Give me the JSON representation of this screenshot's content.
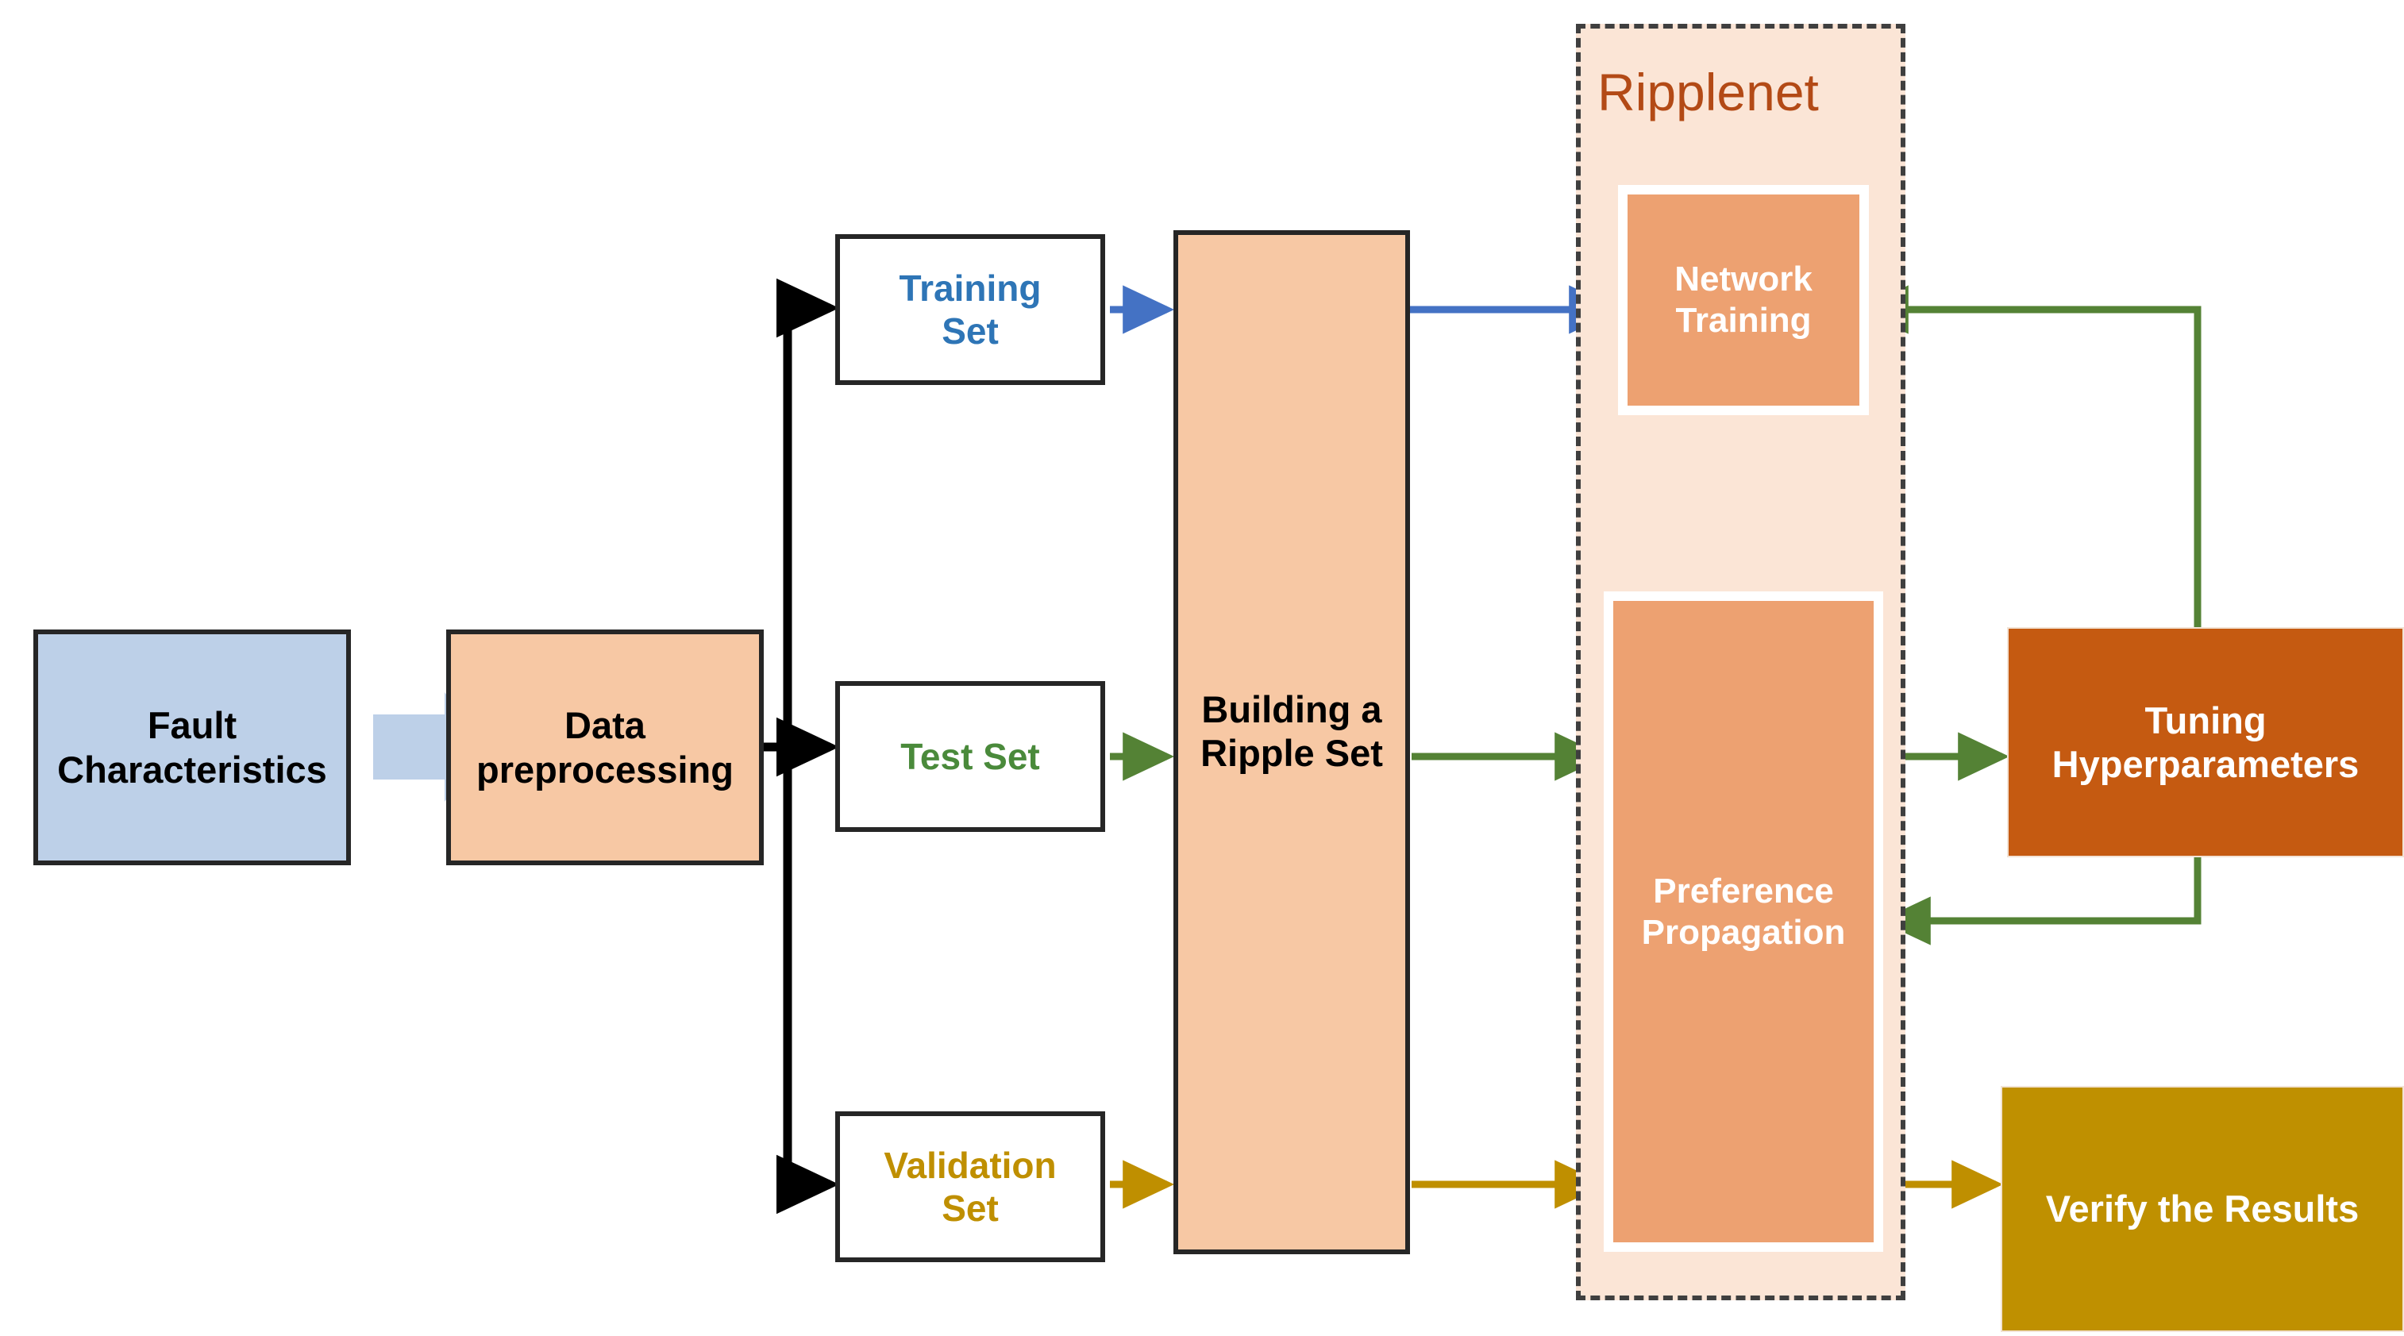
{
  "diagram": {
    "title": "Ripplenet fault-diagnosis workflow",
    "nodes": {
      "fault_characteristics": {
        "label": "Fault\nCharacteristics",
        "fill": "#bdd0e8",
        "text_color": "#000000"
      },
      "data_preprocessing": {
        "label": "Data\npreprocessing",
        "fill": "#f7c8a4",
        "text_color": "#000000"
      },
      "training_set": {
        "label": "Training\nSet",
        "fill": "#ffffff",
        "text_color": "#2e75b6"
      },
      "test_set": {
        "label": "Test Set",
        "fill": "#ffffff",
        "text_color": "#4a8a3b"
      },
      "validation_set": {
        "label": "Validation\nSet",
        "fill": "#ffffff",
        "text_color": "#bf8f00"
      },
      "building_ripple_set": {
        "label": "Building a\nRipple Set",
        "fill": "#f7c8a4",
        "text_color": "#000000"
      },
      "network_training": {
        "label": "Network\nTraining",
        "fill": "#eda171",
        "text_color": "#ffffff"
      },
      "preference_propagation": {
        "label": "Preference\nPropagation",
        "fill": "#eda171",
        "text_color": "#ffffff"
      },
      "tuning_hyperparameters": {
        "label": "Tuning\nHyperparameters",
        "fill": "#c55a11",
        "text_color": "#ffffff"
      },
      "verify_results": {
        "label": "Verify the Results",
        "fill": "#bf9000",
        "text_color": "#ffffff"
      }
    },
    "group": {
      "ripplenet": {
        "label": "Ripplenet",
        "fill": "#fbe5d6",
        "border": "#3f3f3f",
        "text_color": "#b34a16",
        "border_style": "dashed"
      }
    },
    "edge_colors": {
      "split_black": "#000000",
      "blue_training": "#4472c4",
      "green_test": "#548235",
      "gold_validation": "#bf8f00",
      "chevron_blue": "#bdd0e8"
    },
    "edges": [
      {
        "from": "fault_characteristics",
        "to": "data_preprocessing",
        "style": "block-chevron",
        "color": "#bdd0e8"
      },
      {
        "from": "data_preprocessing",
        "to": "training_set",
        "color": "#000000"
      },
      {
        "from": "data_preprocessing",
        "to": "test_set",
        "color": "#000000"
      },
      {
        "from": "data_preprocessing",
        "to": "validation_set",
        "color": "#000000"
      },
      {
        "from": "training_set",
        "to": "building_ripple_set",
        "color": "#4472c4"
      },
      {
        "from": "test_set",
        "to": "building_ripple_set",
        "color": "#548235"
      },
      {
        "from": "validation_set",
        "to": "building_ripple_set",
        "color": "#bf8f00"
      },
      {
        "from": "building_ripple_set",
        "to": "network_training",
        "color": "#4472c4"
      },
      {
        "from": "building_ripple_set",
        "to": "preference_propagation",
        "color": "#548235"
      },
      {
        "from": "building_ripple_set",
        "to": "preference_propagation",
        "color": "#bf8f00"
      },
      {
        "from": "network_training",
        "to": "preference_propagation",
        "color": "#4472c4"
      },
      {
        "from": "preference_propagation",
        "to": "tuning_hyperparameters",
        "color": "#548235"
      },
      {
        "from": "tuning_hyperparameters",
        "to": "network_training",
        "color": "#548235",
        "style": "feedback"
      },
      {
        "from": "tuning_hyperparameters",
        "to": "preference_propagation",
        "color": "#548235",
        "style": "feedback"
      },
      {
        "from": "preference_propagation",
        "to": "verify_results",
        "color": "#bf8f00"
      }
    ]
  }
}
